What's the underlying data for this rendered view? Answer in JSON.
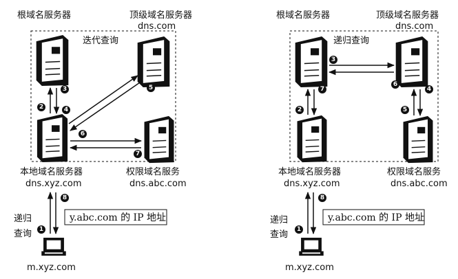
{
  "colors": {
    "ink": "#111111",
    "paper": "#ffffff",
    "badge": "#111111"
  },
  "icons": {
    "server": "server-icon",
    "host": "workstation-icon"
  },
  "panels": [
    {
      "mode_label": "迭代查询",
      "root_label": "根域名服务器",
      "tld_label": "顶级域名服务器",
      "tld_host": "dns.com",
      "local_label": "本地域名服务器",
      "local_host": "dns.xyz.com",
      "auth_label": "权限域名服务",
      "auth_host": "dns.abc.com",
      "client_query_label_1": "递归",
      "client_query_label_2": "查询",
      "answer_text": "y.abc.com 的 IP 地址",
      "client_host": "m.xyz.com",
      "steps": [
        "1",
        "2",
        "3",
        "4",
        "5",
        "6",
        "7",
        "8"
      ]
    },
    {
      "mode_label": "递归查询",
      "root_label": "根域名服务器",
      "tld_label": "顶级域名服务器",
      "tld_host": "dns.com",
      "local_label": "本地域名服务器",
      "local_host": "dns.xyz.com",
      "auth_label": "权限域名服务",
      "auth_host": "dns.abc.com",
      "client_query_label_1": "递归",
      "client_query_label_2": "查询",
      "answer_text": "y.abc.com 的 IP 地址",
      "client_host": "m.xyz.com",
      "steps": [
        "1",
        "2",
        "3",
        "4",
        "5",
        "6",
        "7",
        "8"
      ]
    }
  ]
}
